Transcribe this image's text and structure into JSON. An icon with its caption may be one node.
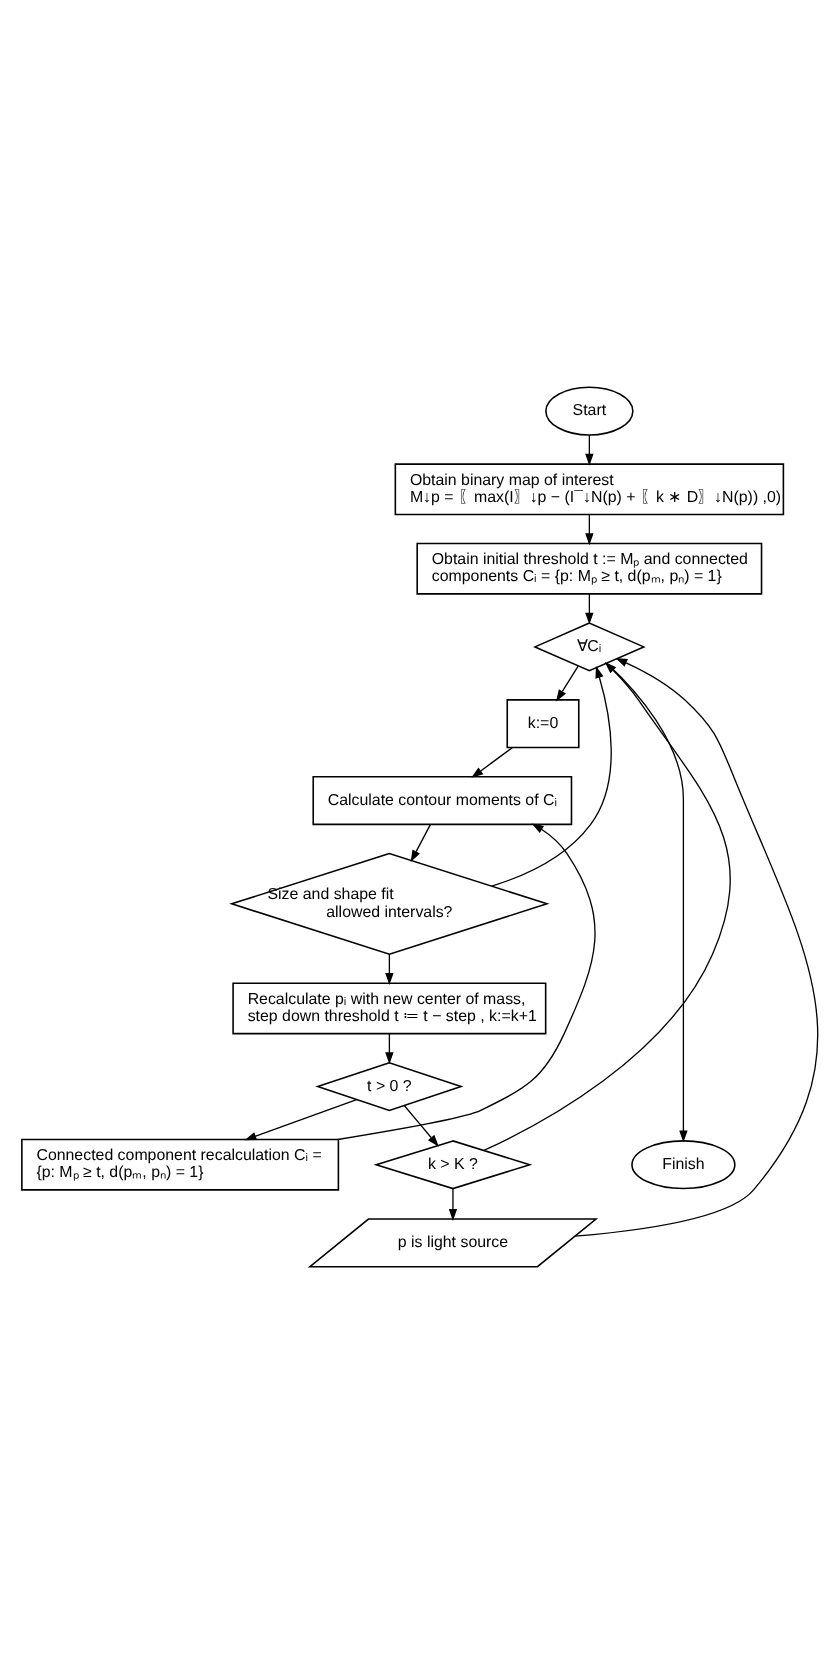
{
  "diagram": {
    "nodes": [
      {
        "text": [
          "Start"
        ]
      },
      {
        "text": [
          "Obtain binary map of interest",
          "M↓p = 〖max(I〗↓p − (I¯↓N(p) + 〖k ∗ D〗↓N(p)) ,0)"
        ]
      },
      {
        "text": [
          "Obtain initial threshold t := Mₚ and connected components Cᵢ = {p: Mₚ ≥ t, d(pₘ, pₙ) = 1}"
        ]
      },
      {
        "text": [
          "∀Cᵢ"
        ]
      },
      {
        "text": [
          "k:=0"
        ]
      },
      {
        "text": [
          "Calculate contour moments of Cᵢ"
        ]
      },
      {
        "text": [
          "Size and shape fit allowed intervals?"
        ]
      },
      {
        "text": [
          "Recalculate pᵢ with new center of mass, step down threshold t ≔ t − step , k:=k+1"
        ]
      },
      {
        "text": [
          "t > 0 ?"
        ]
      },
      {
        "text": [
          "Connected component recalculation Cᵢ = {p: Mₚ ≥ t, d(pₘ, pₙ) = 1}"
        ]
      },
      {
        "text": [
          "Finish"
        ]
      },
      {
        "text": [
          "k > K ?"
        ]
      },
      {
        "text": [
          "p is light source"
        ]
      }
    ],
    "edges": [
      {
        "from": 0,
        "to": 1,
        "arrow": "to"
      },
      {
        "from": 1,
        "to": 2,
        "arrow": "to"
      },
      {
        "from": 2,
        "to": 3,
        "arrow": "to"
      },
      {
        "from": 3,
        "to": 4,
        "arrow": "to"
      },
      {
        "from": 4,
        "to": 5,
        "arrow": "to"
      },
      {
        "from": 5,
        "to": 6,
        "arrow": "to"
      },
      {
        "from": 6,
        "to": 3,
        "arrow": "to"
      },
      {
        "from": 6,
        "to": 7,
        "arrow": "to"
      },
      {
        "from": 7,
        "to": 8,
        "arrow": "to"
      },
      {
        "from": 8,
        "to": 9,
        "arrow": "to"
      },
      {
        "from": 9,
        "to": 5,
        "arrow": "to"
      },
      {
        "from": 8,
        "to": 11,
        "arrow": "to"
      },
      {
        "from": 3,
        "to": 10,
        "arrow": "to"
      },
      {
        "from": 11,
        "to": 12,
        "arrow": "to"
      },
      {
        "from": 11,
        "to": 3,
        "arrow": "to"
      },
      {
        "from": 12,
        "to": 3,
        "arrow": "to"
      }
    ]
  }
}
